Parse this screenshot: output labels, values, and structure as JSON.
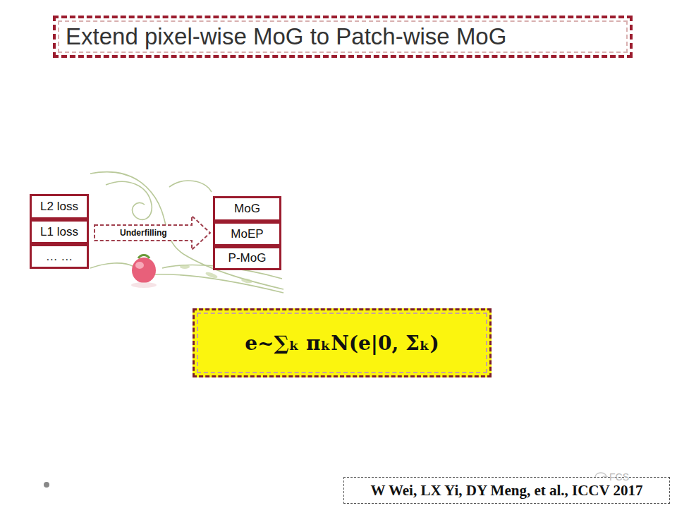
{
  "diagram": {
    "title": "Extend pixel-wise MoG to Patch-wise MoG",
    "nodes": [
      {
        "text": [
          "L2 loss"
        ]
      },
      {
        "text": [
          "L1 loss"
        ]
      },
      {
        "text": [
          "… …"
        ]
      },
      {
        "text": [
          "MoG"
        ]
      },
      {
        "text": [
          "MoEP"
        ]
      },
      {
        "text": [
          "P-MoG"
        ]
      },
      {
        "text": [
          "e~∑ₖ πₖN(e|0, Σₖ)"
        ]
      },
      {
        "text": [
          "W Wei, LX Yi, DY Meng, et al., ICCV 2017"
        ]
      }
    ],
    "edges": [
      {
        "from": 1,
        "to": 4,
        "label": "Underfilling",
        "arrow": "to"
      }
    ],
    "labels": [
      "FCS"
    ]
  }
}
